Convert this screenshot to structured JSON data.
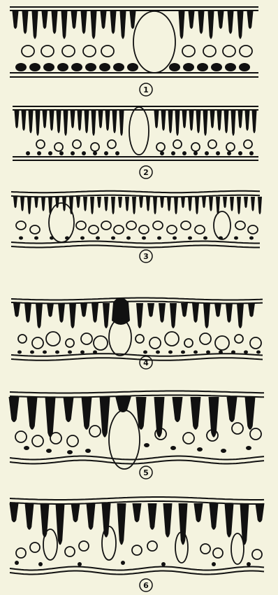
{
  "figure": {
    "panels": [
      {
        "number": "1"
      },
      {
        "number": "2"
      },
      {
        "number": "3"
      },
      {
        "number": "4"
      },
      {
        "number": "5"
      },
      {
        "number": "6"
      }
    ]
  },
  "colors": {
    "background": "#f4f3df",
    "ink": "#111111"
  }
}
